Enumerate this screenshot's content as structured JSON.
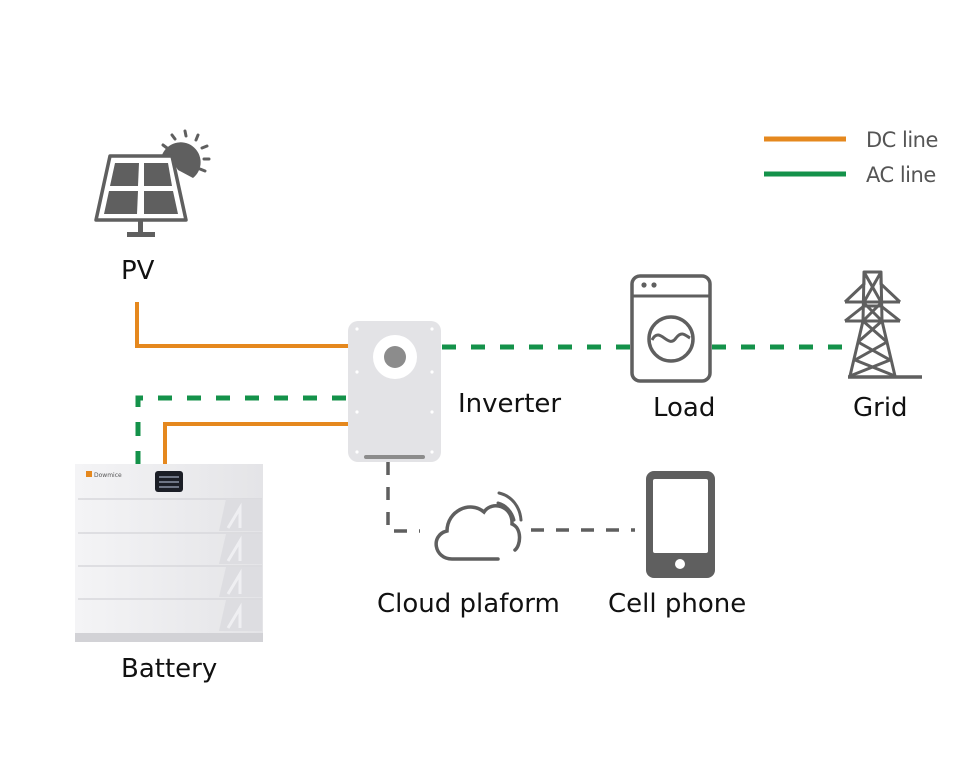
{
  "colors": {
    "dc_line": "#E5881E",
    "ac_line": "#14924A",
    "comm_line": "#5F5F5F",
    "icon": "#5F5F5F",
    "inverter_body": "#E3E3E6",
    "battery_body": "#EEEEF0",
    "label_text": "#111111",
    "legend_text": "#555555"
  },
  "legend": {
    "items": [
      {
        "label": "DC line",
        "type": "dc"
      },
      {
        "label": "AC line",
        "type": "ac"
      }
    ]
  },
  "nodes": {
    "pv": {
      "label": "PV",
      "icon": "solar-panel-with-sun"
    },
    "inverter": {
      "label": "Inverter",
      "icon": "inverter-device"
    },
    "load": {
      "label": "Load",
      "icon": "washing-machine"
    },
    "grid": {
      "label": "Grid",
      "icon": "transmission-tower"
    },
    "battery": {
      "label": "Battery",
      "icon": "battery-stack",
      "brand": "Dowmice"
    },
    "cloud": {
      "label": "Cloud plaform",
      "icon": "cloud-with-signal"
    },
    "phone": {
      "label": "Cell phone",
      "icon": "smartphone"
    }
  },
  "connections": [
    {
      "from": "PV",
      "to": "Inverter",
      "type": "DC line"
    },
    {
      "from": "Battery",
      "to": "Inverter",
      "type": "DC line"
    },
    {
      "from": "Battery",
      "to": "Inverter",
      "type": "AC line"
    },
    {
      "from": "Inverter",
      "to": "Load",
      "type": "AC line"
    },
    {
      "from": "Load",
      "to": "Grid",
      "type": "AC line"
    },
    {
      "from": "Inverter",
      "to": "Cloud plaform",
      "type": "communication"
    },
    {
      "from": "Cloud plaform",
      "to": "Cell phone",
      "type": "communication"
    }
  ]
}
